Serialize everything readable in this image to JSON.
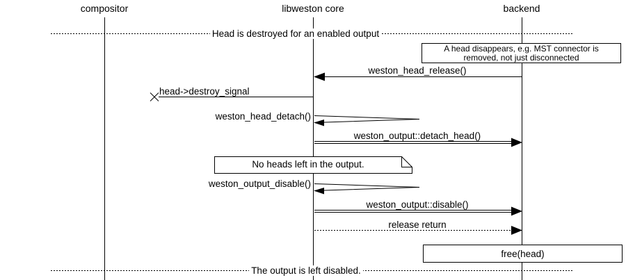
{
  "colors": {
    "line": "#000000",
    "background": "#ffffff",
    "text": "#000000"
  },
  "participants": [
    {
      "label": "compositor"
    },
    {
      "label": "libweston core"
    },
    {
      "label": "backend"
    }
  ],
  "dividers": [
    {
      "label": "Head is destroyed for an enabled output"
    },
    {
      "label": "The output is left disabled."
    }
  ],
  "notes": {
    "head_disappears": {
      "line1": "A head disappears, e.g. MST connector is",
      "line2": "removed, not just disconnected"
    },
    "no_heads_left": {
      "label": "No heads left in the output."
    }
  },
  "messages": {
    "head_release": {
      "label": "weston_head_release()",
      "from": "backend",
      "to": "libweston core",
      "line_style": "solid"
    },
    "destroy_signal": {
      "label": "head->destroy_signal",
      "from": "libweston core",
      "to": "lost",
      "line_style": "solid-x"
    },
    "head_detach": {
      "label": "weston_head_detach()",
      "from": "libweston core",
      "to": "libweston core",
      "line_style": "self"
    },
    "detach_head": {
      "label": "weston_output::detach_head()",
      "from": "libweston core",
      "to": "backend",
      "line_style": "double"
    },
    "output_disable": {
      "label": "weston_output_disable()",
      "from": "libweston core",
      "to": "libweston core",
      "line_style": "self"
    },
    "disable": {
      "label": "weston_output::disable()",
      "from": "libweston core",
      "to": "backend",
      "line_style": "double"
    },
    "release_return": {
      "label": "release return",
      "from": "libweston core",
      "to": "backend",
      "line_style": "dotted"
    }
  },
  "action_box": {
    "label": "free(head)"
  }
}
